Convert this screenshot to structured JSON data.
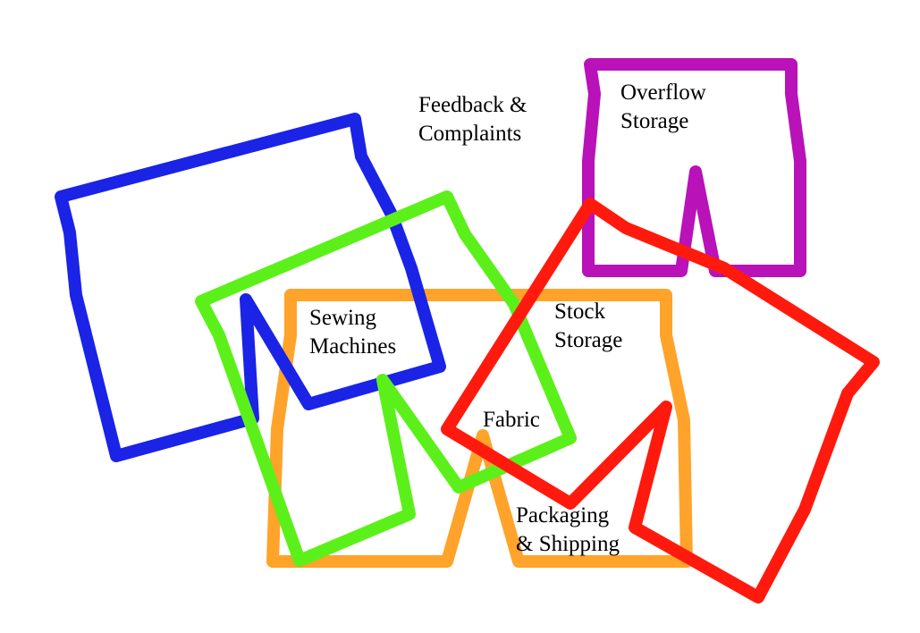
{
  "colors": {
    "blue": "#1a23e6",
    "green": "#5cf01a",
    "orange": "#ffa32a",
    "purple": "#b812b8",
    "red": "#ff1a0d"
  },
  "labels": {
    "feedback": [
      "Feedback &",
      "Complaints"
    ],
    "overflow": [
      "Overflow",
      "Storage"
    ],
    "sewing": [
      "Sewing",
      "Machines"
    ],
    "stock": [
      "Stock",
      "Storage"
    ],
    "fabric": [
      "Fabric"
    ],
    "packaging": [
      "Packaging",
      "& Shipping"
    ]
  }
}
